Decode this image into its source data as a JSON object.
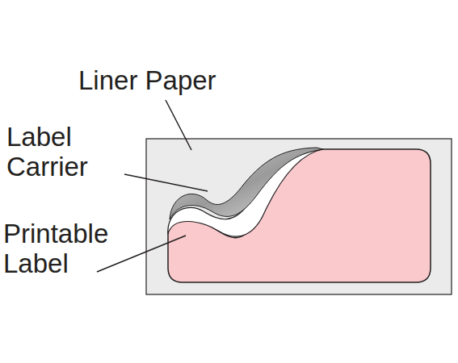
{
  "diagram": {
    "labels": [
      "Liner Paper",
      "Label Carrier",
      "Printable Label"
    ]
  }
}
